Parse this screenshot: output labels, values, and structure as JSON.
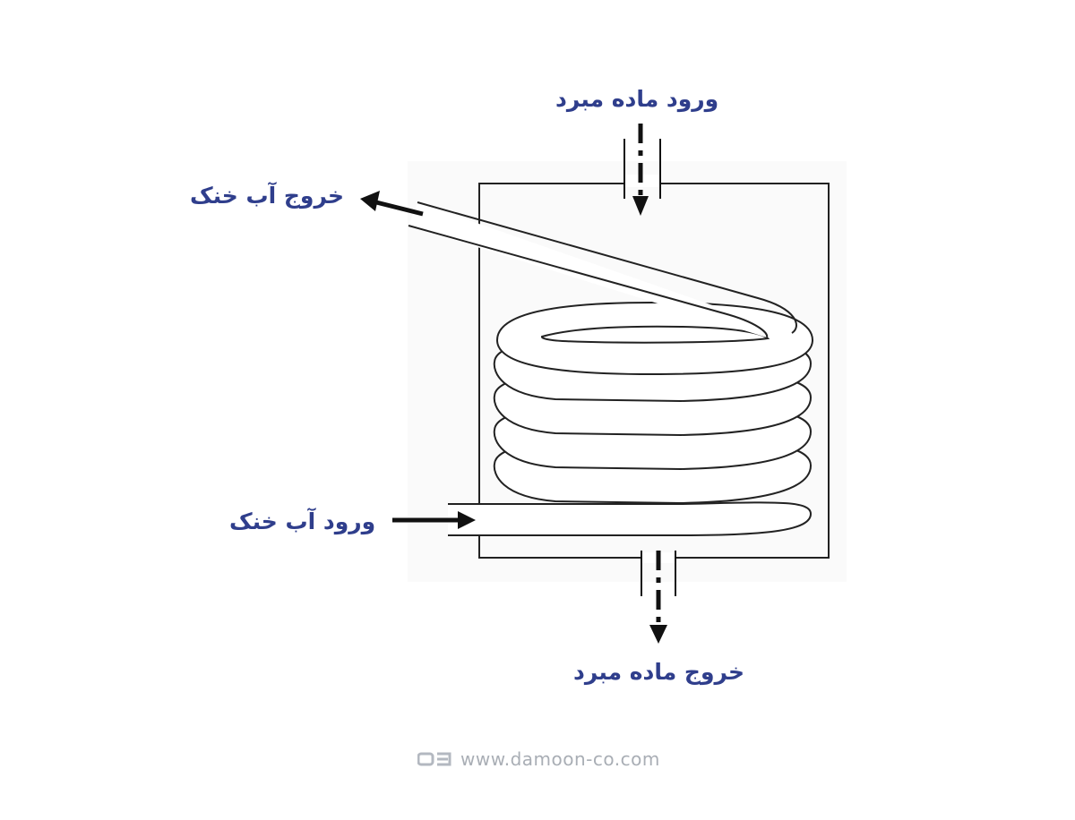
{
  "labels": {
    "refrigerant_in": "ورود ماده مبرد",
    "cooling_water_out": "خروج آب خنک",
    "cooling_water_in": "ورود آب خنک",
    "refrigerant_out": "خروج ماده مبرد"
  },
  "footer": {
    "website": "www.damoon-co.com"
  },
  "colors": {
    "label": "#2f3e8c",
    "line": "#111111",
    "watermark": "#a9aeb5"
  }
}
